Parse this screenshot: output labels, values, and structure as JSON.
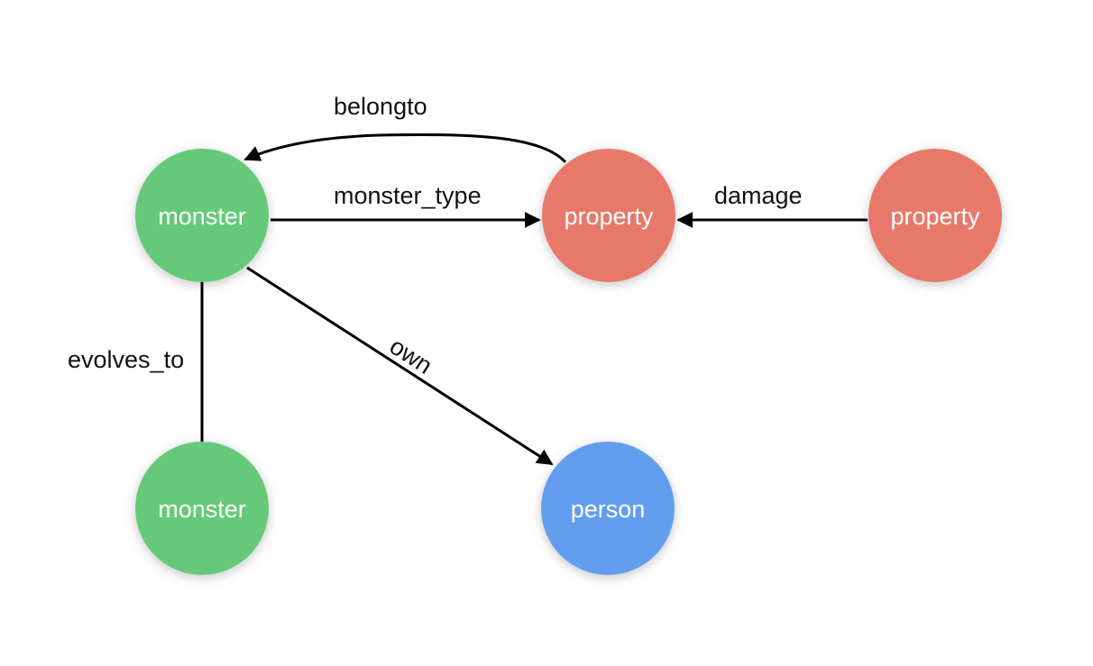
{
  "colors": {
    "monster": "#66c97a",
    "property": "#e8796b",
    "person": "#649ded",
    "edge": "#000000"
  },
  "nodes": [
    {
      "id": "monster_1",
      "label": "monster",
      "kind": "monster"
    },
    {
      "id": "property_1",
      "label": "property",
      "kind": "property"
    },
    {
      "id": "property_2",
      "label": "property",
      "kind": "property"
    },
    {
      "id": "monster_2",
      "label": "monster",
      "kind": "monster"
    },
    {
      "id": "person_1",
      "label": "person",
      "kind": "person"
    }
  ],
  "edges": [
    {
      "id": "belongto",
      "label": "belongto",
      "from": "property_1",
      "to": "monster_1",
      "directed": true
    },
    {
      "id": "monster_type",
      "label": "monster_type",
      "from": "monster_1",
      "to": "property_1",
      "directed": true
    },
    {
      "id": "damage",
      "label": "damage",
      "from": "property_2",
      "to": "property_1",
      "directed": true
    },
    {
      "id": "evolves_to",
      "label": "evolves_to",
      "from": "monster_1",
      "to": "monster_2",
      "directed": false
    },
    {
      "id": "own",
      "label": "own",
      "from": "monster_1",
      "to": "person_1",
      "directed": true
    }
  ]
}
